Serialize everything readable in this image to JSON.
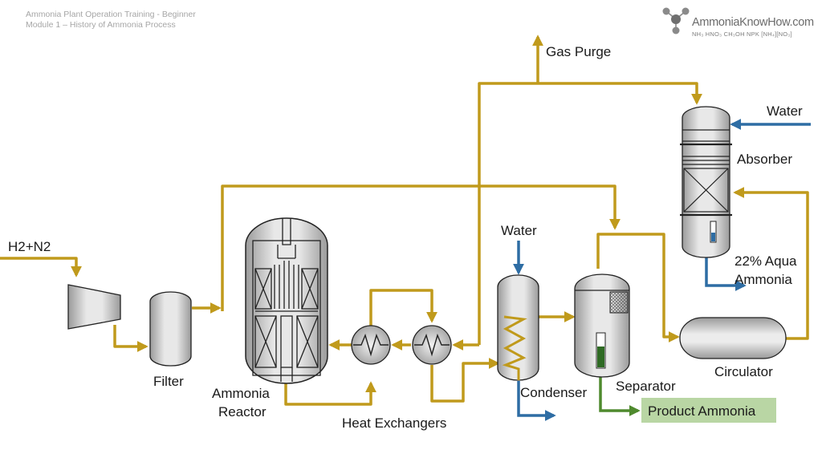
{
  "header": {
    "line1": "Ammonia Plant Operation Training  - Beginner",
    "line2": "Module 1 – History of Ammonia Process"
  },
  "logo": {
    "brand": "AmmoniaKnowHow.com",
    "tagline": "NH₃  HNO₃  CH₃OH   NPK   [NH₄][NO₃]",
    "icon": "ammonia-molecule-icon"
  },
  "labels": {
    "feed": "H2+N2",
    "filter": "Filter",
    "reactor_line1": "Ammonia",
    "reactor_line2": "Reactor",
    "heat_exchangers": "Heat Exchangers",
    "water_condenser": "Water",
    "condenser": "Condenser",
    "separator": "Separator",
    "product": "Product Ammonia",
    "circulator": "Circulator",
    "absorber": "Absorber",
    "water_absorber": "Water",
    "aqua_line1": "22% Aqua",
    "aqua_line2": "Ammonia",
    "gas_purge": "Gas Purge"
  },
  "colors": {
    "process_line": "#c09a1c",
    "water_line": "#2e6da4",
    "product_line": "#4f8a2e",
    "product_box": "#b9d6a4",
    "equipment_fill": "#d6d6d6",
    "outline": "#222222"
  }
}
